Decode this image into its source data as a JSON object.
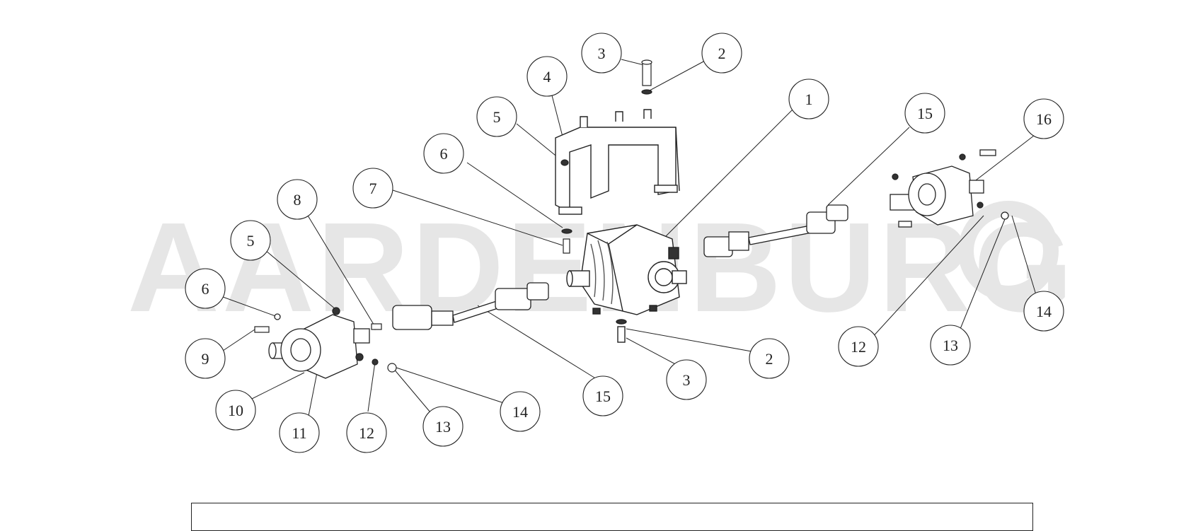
{
  "watermark": {
    "text": "AARDENBURG",
    "color": "#e6e6e6"
  },
  "colors": {
    "line": "#222222",
    "shade": "#555555",
    "background": "#ffffff"
  },
  "callouts": [
    {
      "id": "c-top-3",
      "label": "3"
    },
    {
      "id": "c-top-2",
      "label": "2"
    },
    {
      "id": "c-4",
      "label": "4"
    },
    {
      "id": "c-5-top",
      "label": "5"
    },
    {
      "id": "c-1",
      "label": "1"
    },
    {
      "id": "c-6-top",
      "label": "6"
    },
    {
      "id": "c-7",
      "label": "7"
    },
    {
      "id": "c-8",
      "label": "8"
    },
    {
      "id": "c-5-left",
      "label": "5"
    },
    {
      "id": "c-6-left",
      "label": "6"
    },
    {
      "id": "c-9",
      "label": "9"
    },
    {
      "id": "c-10",
      "label": "10"
    },
    {
      "id": "c-11",
      "label": "11"
    },
    {
      "id": "c-12-left",
      "label": "12"
    },
    {
      "id": "c-13-left",
      "label": "13"
    },
    {
      "id": "c-14-left",
      "label": "14"
    },
    {
      "id": "c-15-left",
      "label": "15"
    },
    {
      "id": "c-3-bottom",
      "label": "3"
    },
    {
      "id": "c-2-bottom",
      "label": "2"
    },
    {
      "id": "c-15-right",
      "label": "15"
    },
    {
      "id": "c-16",
      "label": "16"
    },
    {
      "id": "c-12-right",
      "label": "12"
    },
    {
      "id": "c-13-right",
      "label": "13"
    },
    {
      "id": "c-14-right",
      "label": "14"
    }
  ]
}
